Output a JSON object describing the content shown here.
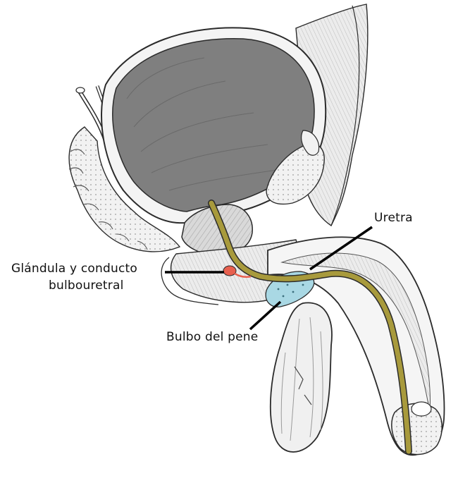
{
  "labels": {
    "urethra": "Uretra",
    "gland_line1": "Glándula y conducto",
    "gland_line2": "bulbouretral",
    "bulb": "Bulbo del pene"
  },
  "colors": {
    "urethra": "#a89a3c",
    "bulbourethral_gland": "#e8604f",
    "bulb_of_penis": "#a9d8e4",
    "outline": "#2b2b2b",
    "tissue": "#e2e2e2",
    "bladder": "#8a8a8a",
    "background": "#ffffff"
  }
}
